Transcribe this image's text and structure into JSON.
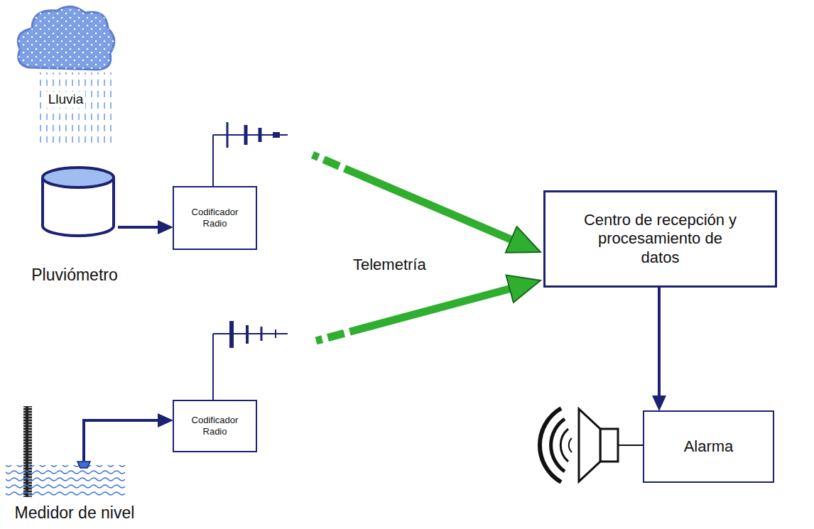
{
  "diagram": {
    "nodes": [
      {
        "text": [
          "Lluvia"
        ]
      },
      {
        "text": [
          "Pluviómetro"
        ]
      },
      {
        "text": [
          "Codificador Radio"
        ]
      },
      {
        "text": [
          "Centro de recepción y procesamiento de datos"
        ]
      },
      {
        "text": [
          "Medidor de nivel"
        ]
      },
      {
        "text": [
          "Codificador Radio"
        ]
      },
      {
        "text": [
          "Alarma"
        ]
      }
    ],
    "edges": [
      {
        "from": 1,
        "to": 2,
        "arrow": "to"
      },
      {
        "from": 4,
        "to": 5,
        "arrow": "to"
      },
      {
        "from": 2,
        "to": 3,
        "arrow": "to"
      },
      {
        "from": 5,
        "to": 3,
        "arrow": "to"
      },
      {
        "from": 3,
        "to": 6,
        "arrow": "to"
      }
    ],
    "labels": [
      "Telemetría"
    ]
  }
}
